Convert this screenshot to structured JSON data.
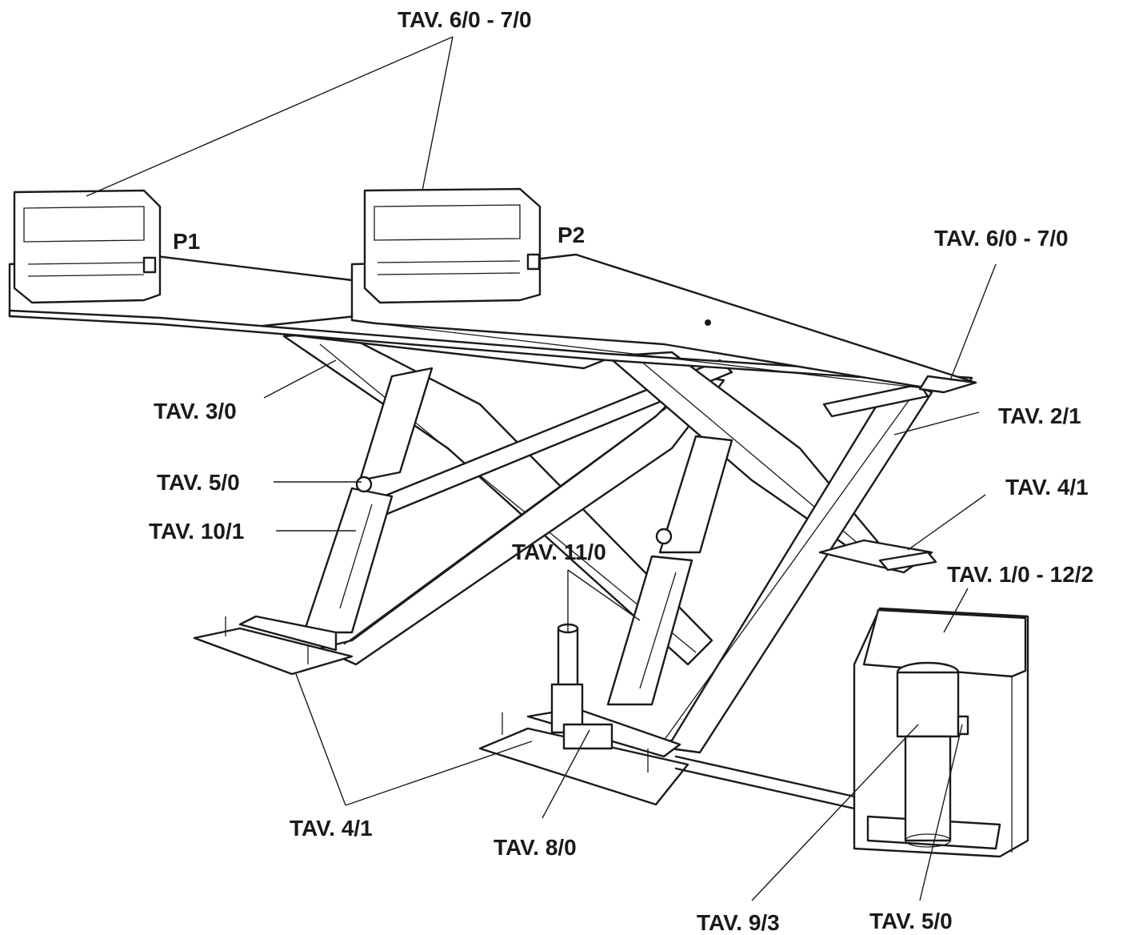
{
  "diagram": {
    "accent_color": "#1a1a1a",
    "background_color": "#ffffff",
    "labels": {
      "top_platforms": "TAV. 6/0 - 7/0",
      "platform_1": "P1",
      "platform_2": "P2",
      "right_platform_end": "TAV. 6/0 - 7/0",
      "platform_frame": "TAV. 3/0",
      "cross_tube": "TAV. 2/1",
      "right_base": "TAV. 4/1",
      "left_pin": "TAV. 5/0",
      "left_cylinder": "TAV. 10/1",
      "center_cylinder": "TAV. 11/0",
      "control_unit": "TAV. 1/0 - 12/2",
      "base_plates": "TAV. 4/1",
      "safety_valve": "TAV. 8/0",
      "motor_pump": "TAV. 9/3",
      "unit_switch": "TAV. 5/0"
    }
  }
}
